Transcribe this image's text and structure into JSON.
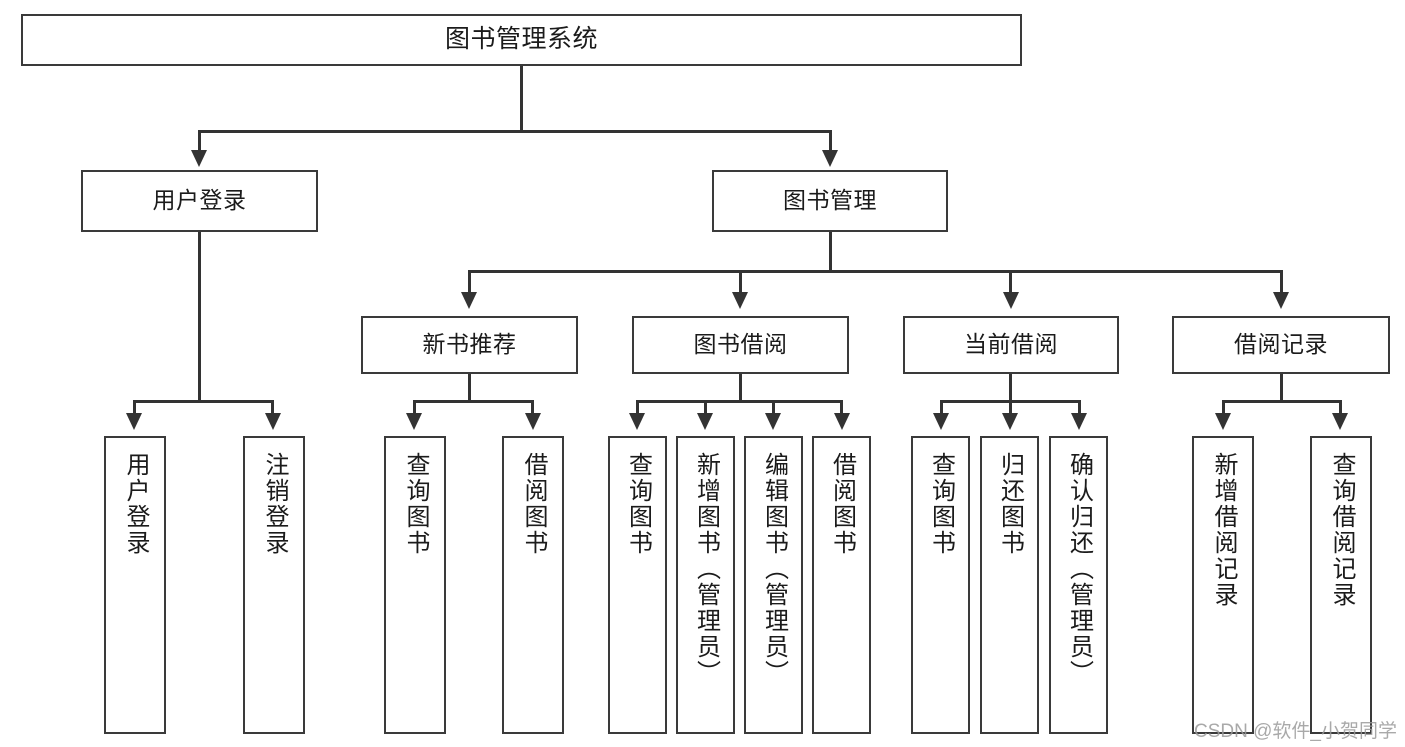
{
  "diagram": {
    "type": "tree-hierarchy-chart",
    "title": "图书管理系统",
    "watermark": "CSDN @软件_小贺同学",
    "colors": {
      "box_border": "#3a3a3a",
      "box_fill": "#ffffff",
      "connector": "#333333",
      "text": "#1b1b1b",
      "watermark": "#9b9b9b"
    },
    "nodes": {
      "root": {
        "label": "图书管理系统"
      },
      "level2": [
        {
          "id": "user-login",
          "label": "用户登录"
        },
        {
          "id": "book-management",
          "label": "图书管理"
        }
      ],
      "level3": [
        {
          "id": "new-book-recommend",
          "label": "新书推荐"
        },
        {
          "id": "book-borrow",
          "label": "图书借阅"
        },
        {
          "id": "current-borrow",
          "label": "当前借阅"
        },
        {
          "id": "borrow-record",
          "label": "借阅记录"
        }
      ],
      "leaves": {
        "user-login": [
          {
            "id": "leaf-user-login",
            "label": "用户登录"
          },
          {
            "id": "leaf-user-logout",
            "label": "注销登录"
          }
        ],
        "new-book-recommend": [
          {
            "id": "leaf-query-book-1",
            "label": "查询图书"
          },
          {
            "id": "leaf-borrow-book-1",
            "label": "借阅图书"
          }
        ],
        "book-borrow": [
          {
            "id": "leaf-query-book-2",
            "label": "查询图书"
          },
          {
            "id": "leaf-add-book",
            "label": "新增图书（管理员）"
          },
          {
            "id": "leaf-edit-book",
            "label": "编辑图书（管理员）"
          },
          {
            "id": "leaf-borrow-book-2",
            "label": "借阅图书"
          }
        ],
        "current-borrow": [
          {
            "id": "leaf-query-book-3",
            "label": "查询图书"
          },
          {
            "id": "leaf-return-book",
            "label": "归还图书"
          },
          {
            "id": "leaf-confirm-return",
            "label": "确认归还（管理员）"
          }
        ],
        "borrow-record": [
          {
            "id": "leaf-add-record",
            "label": "新增借阅记录"
          },
          {
            "id": "leaf-query-record",
            "label": "查询借阅记录"
          }
        ]
      }
    }
  }
}
